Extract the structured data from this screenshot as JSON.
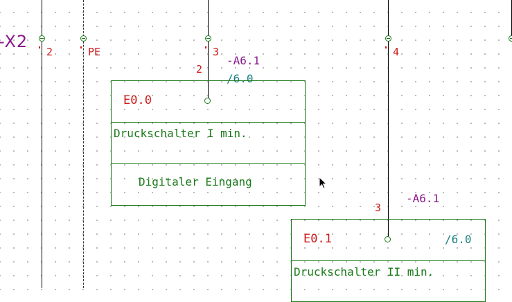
{
  "strip": {
    "label": "-X2",
    "terminals": [
      "2",
      "PE",
      "3",
      "4"
    ]
  },
  "device_a": {
    "tag": "-A6.1",
    "ref": "/6.0",
    "pin": "2",
    "address": "E0.0",
    "description": "Druckschalter I min.",
    "function": "Digitaler Eingang"
  },
  "device_b": {
    "tag": "-A6.1",
    "ref": "/6.0",
    "pin": "3",
    "address": "E0.1",
    "description": "Druckschalter II min."
  },
  "colors": {
    "wire": "#000000",
    "terminal": "#1a7a1a",
    "address": "#cc1a1a",
    "tag": "#8b1a8b",
    "reference": "#1a8080",
    "text": "#1a7a1a"
  }
}
